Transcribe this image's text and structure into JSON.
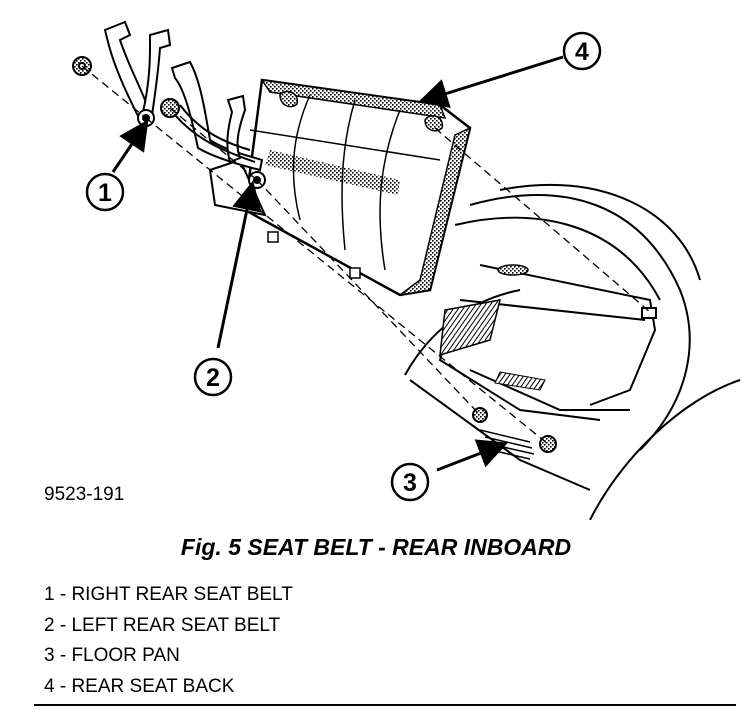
{
  "figure": {
    "code": "9523-191",
    "title": "Fig. 5 SEAT BELT - REAR INBOARD"
  },
  "callouts": [
    {
      "number": "1"
    },
    {
      "number": "2"
    },
    {
      "number": "3"
    },
    {
      "number": "4"
    }
  ],
  "legend": [
    {
      "label": "1 - RIGHT REAR SEAT BELT"
    },
    {
      "label": "2 - LEFT REAR SEAT BELT"
    },
    {
      "label": "3 - FLOOR PAN"
    },
    {
      "label": "4 - REAR SEAT BACK"
    }
  ]
}
